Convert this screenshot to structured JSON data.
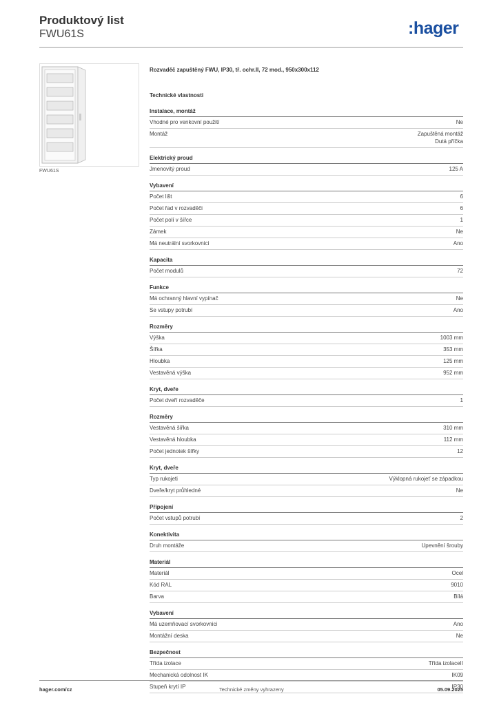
{
  "header": {
    "title": "Produktový list",
    "subtitle": "FWU61S",
    "logo": "hager",
    "logo_dot": ":"
  },
  "product": {
    "image_caption": "FWU61S",
    "description": "Rozvaděč zapuštěný FWU, IP30, tř. ochr.II, 72 mod., 950x300x112",
    "tech_title": "Technické vlastnosti"
  },
  "groups": [
    {
      "title": "Instalace, montáž",
      "rows": [
        {
          "label": "Vhodné pro venkovní použití",
          "value": "Ne"
        },
        {
          "label": "Montáž",
          "value": "Zapuštěná montáž\nDutá příčka"
        }
      ]
    },
    {
      "title": "Elektrický proud",
      "rows": [
        {
          "label": "Jmenovitý proud",
          "value": "125 A"
        }
      ]
    },
    {
      "title": "Vybavení",
      "rows": [
        {
          "label": "Počet lišt",
          "value": "6"
        },
        {
          "label": "Počet řad v rozvaděči",
          "value": "6"
        },
        {
          "label": "Počet polí v šířce",
          "value": "1"
        },
        {
          "label": "Zámek",
          "value": "Ne"
        },
        {
          "label": "Má neutrální svorkovnici",
          "value": "Ano"
        }
      ]
    },
    {
      "title": "Kapacita",
      "rows": [
        {
          "label": "Počet modulů",
          "value": "72"
        }
      ]
    },
    {
      "title": "Funkce",
      "rows": [
        {
          "label": "Má ochranný hlavní vypínač",
          "value": "Ne"
        },
        {
          "label": "Se vstupy potrubí",
          "value": "Ano"
        }
      ]
    },
    {
      "title": "Rozměry",
      "rows": [
        {
          "label": "Výška",
          "value": "1003 mm"
        },
        {
          "label": "Šířka",
          "value": "353 mm"
        },
        {
          "label": "Hloubka",
          "value": "125 mm"
        },
        {
          "label": "Vestavěná výška",
          "value": "952 mm"
        }
      ]
    },
    {
      "title": "Kryt, dveře",
      "rows": [
        {
          "label": "Počet dveří rozvaděče",
          "value": "1"
        }
      ]
    },
    {
      "title": "Rozměry",
      "rows": [
        {
          "label": "Vestavěná šířka",
          "value": "310 mm"
        },
        {
          "label": "Vestavěná hloubka",
          "value": "112 mm"
        },
        {
          "label": "Počet jednotek šířky",
          "value": "12"
        }
      ]
    },
    {
      "title": "Kryt, dveře",
      "rows": [
        {
          "label": "Typ rukojeti",
          "value": "Výklopná rukojeť se západkou"
        },
        {
          "label": "Dveře/kryt průhledné",
          "value": "Ne"
        }
      ]
    },
    {
      "title": "Připojení",
      "rows": [
        {
          "label": "Počet vstupů potrubí",
          "value": "2"
        }
      ]
    },
    {
      "title": "Konektivita",
      "rows": [
        {
          "label": "Druh montáže",
          "value": "Upevnění šrouby"
        }
      ]
    },
    {
      "title": "Materiál",
      "rows": [
        {
          "label": "Materiál",
          "value": "Ocel"
        },
        {
          "label": "Kód RAL",
          "value": "9010"
        },
        {
          "label": "Barva",
          "value": "Bílá"
        }
      ]
    },
    {
      "title": "Vybavení",
      "rows": [
        {
          "label": "Má uzemňovací svorkovnici",
          "value": "Ano"
        },
        {
          "label": "Montážní deska",
          "value": "Ne"
        }
      ]
    },
    {
      "title": "Bezpečnost",
      "rows": [
        {
          "label": "Třída izolace",
          "value": "Třída izolaceII"
        },
        {
          "label": "Mechanická odolnost IK",
          "value": "IK09"
        },
        {
          "label": "Stupeň krytí IP",
          "value": "IP30"
        }
      ]
    }
  ],
  "footer": {
    "left": "hager.com/cz",
    "middle": "Technické změny vyhrazeny",
    "right": "05.09.2025"
  },
  "colors": {
    "brand": "#1a4fa0"
  }
}
